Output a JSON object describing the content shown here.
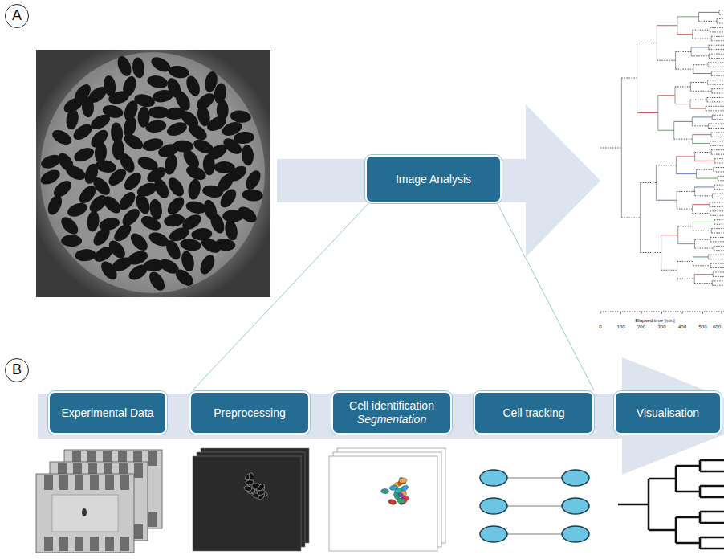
{
  "diagram": {
    "nodes": [
      {
        "text": [
          "A"
        ]
      },
      {
        "text": [
          "Image Analysis"
        ]
      },
      {
        "text": [
          "B"
        ]
      },
      {
        "text": [
          "Experimental Data"
        ]
      },
      {
        "text": [
          "Preprocessing"
        ]
      },
      {
        "text": [
          "Cell identification",
          "Segmentation"
        ]
      },
      {
        "text": [
          "Cell tracking"
        ]
      },
      {
        "text": [
          "Visualisation"
        ]
      }
    ],
    "labels": [
      "Elapsed time [min]",
      "0",
      "100",
      "200",
      "300",
      "400",
      "500",
      "600"
    ]
  }
}
